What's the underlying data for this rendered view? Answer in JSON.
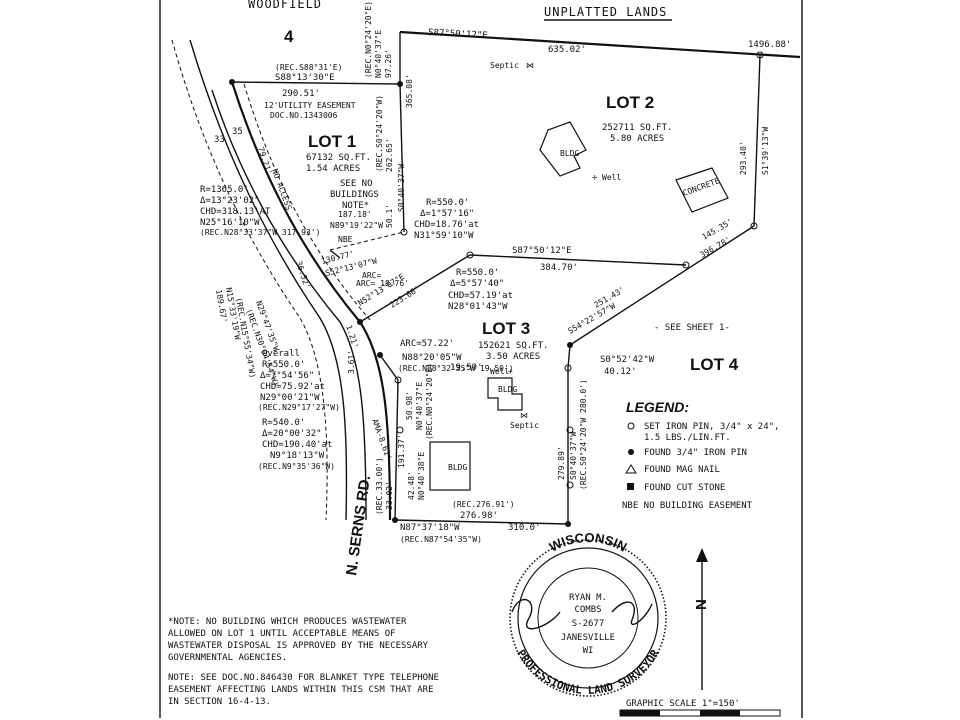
{
  "header": {
    "top_left": "WOODFIELD",
    "top_left_num": "4",
    "top_right": "UNPLATTED LANDS"
  },
  "bearings": {
    "b1": "S87°50'12\"E",
    "b1_dist": "635.02'",
    "b1_total": "1496.88'",
    "b2": "S88°13'30\"E",
    "b2_rec": "(REC.S88°31'E)",
    "b2_dist": "290.51'",
    "b3": "N0°40'37\"E",
    "b3_rec": "(REC.N0°24'20\"E)",
    "b3_dist": "97.26'",
    "b4_dist": "365.08'",
    "b5": "S0°40'37\"W",
    "b5_rec": "(REC.S0°24'20\"W)",
    "b5_dist": "262.65'",
    "b6": "S1°39'13\"W",
    "b6_dist": "293.40'",
    "b7": "S87°50'12\"E",
    "b7_dist": "384.70'",
    "b8_dist": "145.35'",
    "b8_total": "396.78'",
    "b9_dist": "251.43'",
    "b9": "S54°22'57\"W",
    "b10": "S0°52'42\"W",
    "b10_dist": "40.12'",
    "b11": "S0°40'37\"W",
    "b11_rec": "(REC.S0°24'20\"W 280.0')",
    "b11_dist": "279.89'",
    "b12": "N87°37'18\"W",
    "b12_dist": "310.0'",
    "b12_rec": "(REC.N87°54'35\"W)",
    "b13": "(REC.276.91')",
    "b13_dist": "276.98'",
    "b14": "N0°40'37\"E",
    "b14_rec": "(REC.N0°24'20\"E)",
    "b14_dist": "50.98'",
    "b15": "N0°40'38\"E",
    "b15_dist": "42.48'",
    "b16": "N88°20'05\"W",
    "b16_dist": "19.59'",
    "b16_rec": "(REC.N88°32'35\"W 19.50')",
    "b17": "ARC=57.22'",
    "b18": "N52°13'07\"E",
    "b18_dist": "223.66'",
    "b19": "ARC= 18.76'",
    "b20": "S52°13'07\"W",
    "b20_dist": "130.77'",
    "b21": "N89°19'22\"W",
    "b21_dist": "187.18'",
    "b22": "50.1'",
    "b23_dist": "191.37'",
    "b24_dist": "33.02'",
    "b24_rec": "(REC.33.00')",
    "nbe": "NBE"
  },
  "curves": {
    "c1": [
      "R=550.0'",
      "Δ=1°57'16\"",
      "CHD=18.76'at",
      "N31°59'10\"W"
    ],
    "c2": [
      "R=550.0'",
      "Δ=5°57'40\"",
      "CHD=57.19'at",
      "N28°01'43\"W"
    ],
    "c3": [
      "R=1365.0'",
      "Δ=13°23'02\"",
      "CHD=318.13'AT",
      "N25°16'10\"W"
    ],
    "c3_rec": "(REC.N28°33'37\"W 317.93')",
    "c4_title": "Overall",
    "c4": [
      "R=550.0'",
      "Δ=7°54'56\"",
      "CHD=75.92'at",
      "N29°00'21\"W"
    ],
    "c4_rec": "(REC.N29°17'27\"W)",
    "c5": [
      "R=540.0'",
      "Δ=20°00'32\"",
      "CHD=190.40'at",
      "N9°18'13\"W"
    ],
    "c5_rec": "(REC.N9°35'36\"W)"
  },
  "lots": {
    "lot1": {
      "name": "LOT 1",
      "sqft": "67132 SQ.FT.",
      "acres": "1.54 ACRES"
    },
    "lot2": {
      "name": "LOT 2",
      "sqft": "252711 SQ.FT.",
      "acres": "5.80 ACRES"
    },
    "lot3": {
      "name": "LOT 3",
      "sqft": "152621 SQ.FT.",
      "acres": "3.50 ACRES"
    },
    "lot4": {
      "name": "LOT 4",
      "see": "- SEE SHEET 1-"
    }
  },
  "features": {
    "septic": "Septic",
    "bldg": "BLDG",
    "well": "Well",
    "concrete": "CONCRETE",
    "utility": "12'UTILITY EASEMENT",
    "utility_doc": "DOC.NO.1343006",
    "see_no": "SEE NO",
    "buildings": "BUILDINGS",
    "note_ref": "NOTE*",
    "no_access": "NO ACCESS",
    "road": "N. SERNS RD.",
    "n33": "33",
    "n35": "35",
    "rd_bearing": "N15°33'19\"W",
    "rd_rec": "(REC.N15°55'34\"W)",
    "rd_dist": "189.67'",
    "rd_a": "N29°47'35\"W",
    "rd_a_rec": "(REC.N30°04'54\"W)",
    "rd_b": "3.61'",
    "rd_c": "AMA-8.61'",
    "arc": "ARC=",
    "r_dist": "79.21'",
    "s_dist": "36.52'",
    "t_dist": "1.21'"
  },
  "legend": {
    "title": "LEGEND:",
    "items": [
      "SET IRON PIN, 3/4\" x 24\",",
      "1.5 LBS./LIN.FT.",
      "FOUND 3/4\" IRON PIN",
      "FOUND MAG NAIL",
      "FOUND CUT STONE",
      "NBE  NO BUILDING EASEMENT"
    ]
  },
  "notes": {
    "note1": [
      "*NOTE: NO BUILDING WHICH PRODUCES WASTEWATER",
      "ALLOWED ON LOT 1 UNTIL ACCEPTABLE MEANS OF",
      "WASTEWATER DISPOSAL IS APPROVED BY THE NECESSARY",
      "GOVERNMENTAL AGENCIES."
    ],
    "note2": [
      "NOTE: SEE DOC.NO.846430 FOR BLANKET TYPE TELEPHONE",
      "EASEMENT AFFECTING LANDS WITHIN THIS CSM THAT ARE",
      "IN SECTION 16-4-13."
    ]
  },
  "seal": {
    "state": "WISCONSIN",
    "name1": "RYAN M.",
    "name2": "COMBS",
    "num": "S-2677",
    "city": "JANESVILLE",
    "st": "WI",
    "arc": "PROFESSIONAL LAND SURVEYOR"
  },
  "scale": "GRAPHIC SCALE  1\"=150'",
  "north": "N"
}
